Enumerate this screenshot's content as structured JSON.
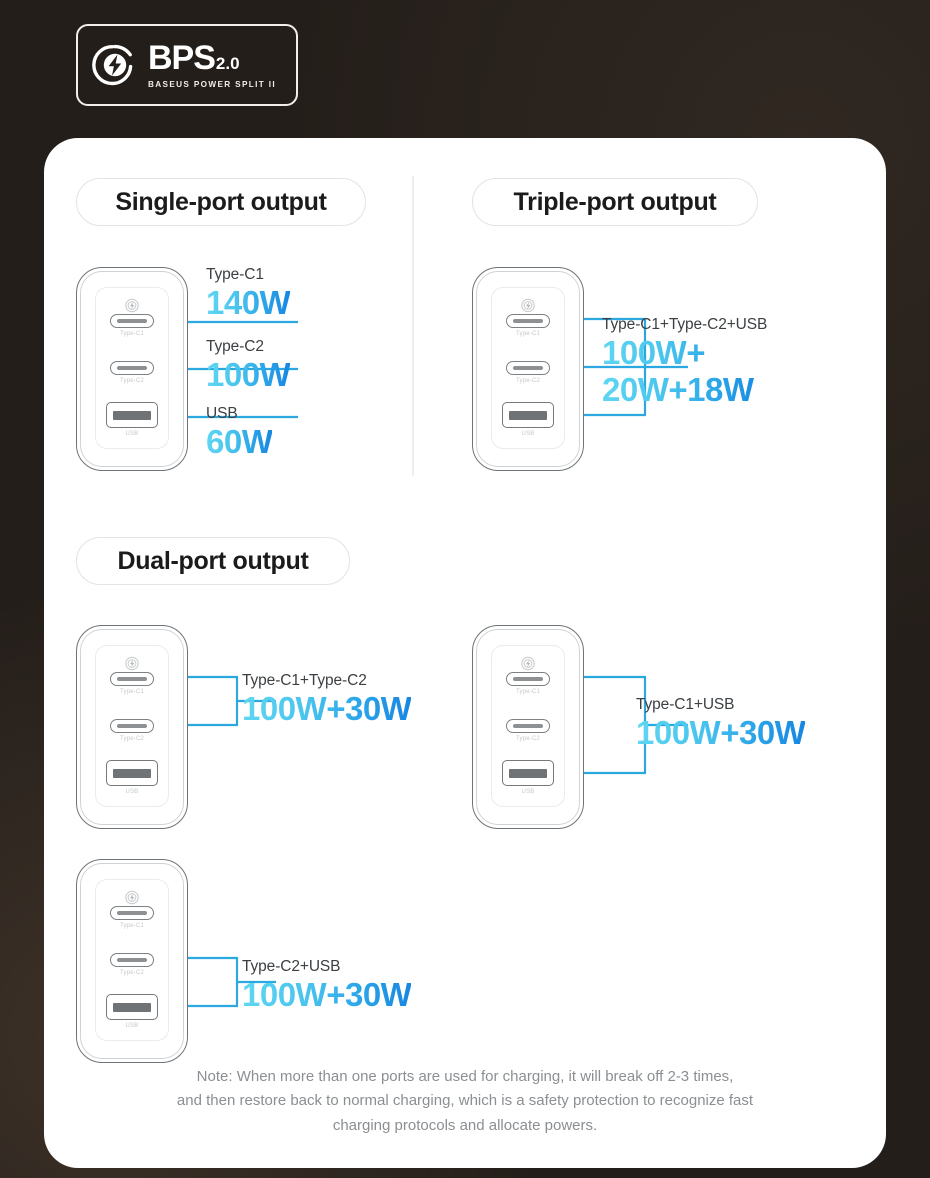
{
  "logo": {
    "title": "BPS",
    "version": "2.0",
    "subtitle": "BASEUS POWER SPLIT II",
    "icon": "power-split-bolt-icon"
  },
  "colors": {
    "background": "#241e1a",
    "card": "#ffffff",
    "accent_light": "#5fd6f2",
    "accent_dark": "#1786e2",
    "connector": "#2ba8e0",
    "label": "#3c4043",
    "note": "#8b8f92"
  },
  "sections": [
    {
      "id": "single",
      "heading": "Single-port output"
    },
    {
      "id": "triple",
      "heading": "Triple-port output"
    },
    {
      "id": "dual",
      "heading": "Dual-port output"
    }
  ],
  "device": {
    "ports": [
      {
        "type": "usb-c",
        "label": "Type-C1"
      },
      {
        "type": "usb-c",
        "label": "Type-C2"
      },
      {
        "type": "usb-a",
        "label": "USB"
      }
    ]
  },
  "readouts": {
    "single_c1": {
      "label": "Type-C1",
      "value": "140W"
    },
    "single_c2": {
      "label": "Type-C2",
      "value": "100W"
    },
    "single_usb": {
      "label": "USB",
      "value": "60W"
    },
    "triple": {
      "label": "Type-C1+Type-C2+USB",
      "value_line1": "100W+",
      "value_line2": "20W+18W"
    },
    "dual_c1_c2": {
      "label": "Type-C1+Type-C2",
      "value": "100W+30W"
    },
    "dual_c1_usb": {
      "label": "Type-C1+USB",
      "value": "100W+30W"
    },
    "dual_c2_usb": {
      "label": "Type-C2+USB",
      "value": "100W+30W"
    }
  },
  "note": {
    "line1": "Note: When more than one ports are used for charging, it will break off 2-3 times,",
    "line2": "and then restore back to normal charging, which is a safety protection to recognize fast",
    "line3": "charging protocols and allocate powers."
  }
}
